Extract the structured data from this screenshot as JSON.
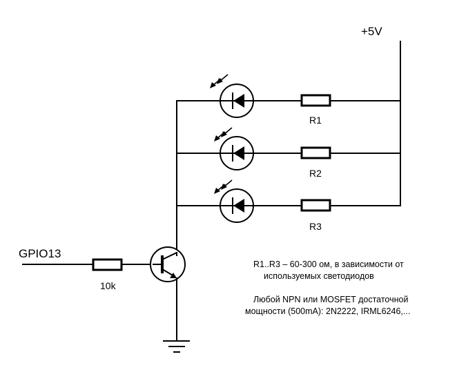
{
  "labels": {
    "supply": "+5V",
    "input": "GPIO13",
    "base_resistor": "10k",
    "r1": "R1",
    "r2": "R2",
    "r3": "R3"
  },
  "notes": {
    "line1": "R1..R3 – 60-300 ом, в зависимости от",
    "line2": "используемых светодиодов",
    "line3": "Любой NPN или MOSFET достаточной",
    "line4": "мощности (500mA): 2N2222, IRML6246,..."
  },
  "colors": {
    "ink": "#000000",
    "background": "#ffffff"
  }
}
